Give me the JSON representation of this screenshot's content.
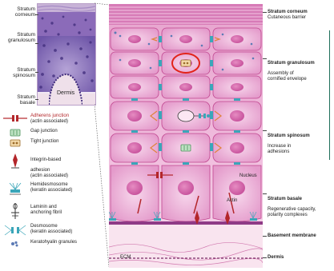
{
  "histology": {
    "labels": {
      "corneum": "Stratum\ncorneum",
      "granulosum": "Stratum\ngranulosum",
      "spinosum": "Stratum\nspinosum",
      "basale": "Stratum\nbasale",
      "dermis": "Dermis"
    }
  },
  "legend": [
    {
      "title": "Adherens junction",
      "sub": "(actin associated)",
      "icon": "adherens-junction-icon",
      "color": "#b3262a"
    },
    {
      "title": "Gap junction",
      "sub": "",
      "icon": "gap-junction-icon"
    },
    {
      "title": "Tight junction",
      "sub": "",
      "icon": "tight-junction-icon"
    },
    {
      "title": "Integrin-based",
      "sub": "adhesion\n(actin associated)",
      "icon": "integrin-adhesion-icon"
    },
    {
      "title": "Hemidesmosome",
      "sub": "(keratin associated)",
      "icon": "hemidesmosome-icon"
    },
    {
      "title": "Laminin and",
      "sub": "anchoring fibril",
      "icon": "laminin-fibril-icon"
    },
    {
      "title": "Desmosome",
      "sub": "(keratin associated)",
      "icon": "desmosome-icon"
    },
    {
      "title": "Keratohyalin granules",
      "sub": "",
      "icon": "keratohyalin-granule-icon"
    }
  ],
  "layers": {
    "corneum": {
      "title": "Stratum corneum",
      "desc": "Cutaneous barrier"
    },
    "granulosum": {
      "title": "Stratum granulosum",
      "desc": "Assembly of\ncornified envelope"
    },
    "spinosum": {
      "title": "Stratum spinosum",
      "desc": "Increase in\nadhesions"
    },
    "basale": {
      "title": "Stratum basale",
      "desc": "Regenerative capacity,\npolarity complexes"
    },
    "basement": {
      "title": "Basement membrane",
      "desc": ""
    },
    "dermis": {
      "title": "Dermis",
      "desc": ""
    }
  },
  "annotations": {
    "nucleus": "Nucleus",
    "actin": "Actin",
    "ecm": "ECM"
  },
  "colors": {
    "cell_fill": "#f2c6e2",
    "cell_border": "#c0468f",
    "nucleus": "#d25fa6",
    "membrane": "#7a2a66",
    "highlight": "#e2231a"
  }
}
